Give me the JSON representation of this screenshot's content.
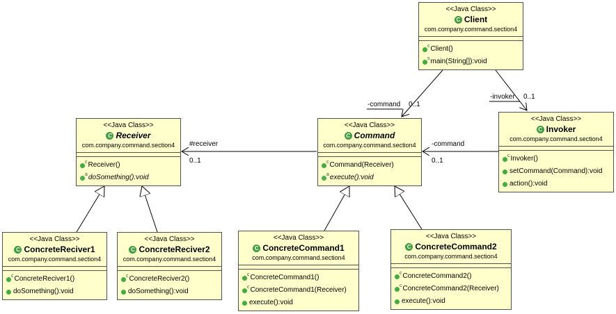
{
  "classes": {
    "client": {
      "stereotype": "<<Java Class>>",
      "name": "Client",
      "package": "com.company.command.section4",
      "ops": [
        {
          "marker": "C",
          "text": "Client()"
        },
        {
          "marker": "S",
          "text": "main(String[]):void"
        }
      ]
    },
    "receiver": {
      "stereotype": "<<Java Class>>",
      "name": "Receiver",
      "package": "com.company.command.section4",
      "ops": [
        {
          "marker": "C",
          "text": "Receiver()"
        },
        {
          "marker": "A",
          "text": "doSomething():void"
        }
      ]
    },
    "command": {
      "stereotype": "<<Java Class>>",
      "name": "Command",
      "package": "com.company.command.section4",
      "ops": [
        {
          "marker": "C",
          "text": "Command(Receiver)"
        },
        {
          "marker": "A",
          "text": "execute():void"
        }
      ]
    },
    "invoker": {
      "stereotype": "<<Java Class>>",
      "name": "Invoker",
      "package": "com.company.command.section4",
      "ops": [
        {
          "marker": "C",
          "text": "Invoker()"
        },
        {
          "marker": "",
          "text": "setCommand(Command):void"
        },
        {
          "marker": "",
          "text": "action():void"
        }
      ]
    },
    "concreteReciver1": {
      "stereotype": "<<Java Class>>",
      "name": "ConcreteReciver1",
      "package": "com.company.command.section4",
      "ops": [
        {
          "marker": "C",
          "text": "ConcreteReciver1()"
        },
        {
          "marker": "",
          "text": "doSomething():void"
        }
      ]
    },
    "concreteReciver2": {
      "stereotype": "<<Java Class>>",
      "name": "ConcreteReciver2",
      "package": "com.company.command.section4",
      "ops": [
        {
          "marker": "C",
          "text": "ConcreteReciver2()"
        },
        {
          "marker": "",
          "text": "doSomething():void"
        }
      ]
    },
    "concreteCommand1": {
      "stereotype": "<<Java Class>>",
      "name": "ConcreteCommand1",
      "package": "com.company.command.section4",
      "ops": [
        {
          "marker": "C",
          "text": "ConcreteCommand1()"
        },
        {
          "marker": "C",
          "text": "ConcreteCommand1(Receiver)"
        },
        {
          "marker": "",
          "text": "execute():void"
        }
      ]
    },
    "concreteCommand2": {
      "stereotype": "<<Java Class>>",
      "name": "ConcreteCommand2",
      "package": "com.company.command.section4",
      "ops": [
        {
          "marker": "C",
          "text": "ConcreteCommand2()"
        },
        {
          "marker": "C",
          "text": "ConcreteCommand2(Receiver)"
        },
        {
          "marker": "",
          "text": "execute():void"
        }
      ]
    }
  },
  "labels": {
    "client_command_role": "-command",
    "client_command_mult": "0..1",
    "client_invoker_role": "-invoker",
    "client_invoker_mult": "0..1",
    "command_receiver_role": "#receiver",
    "command_receiver_mult": "0..1",
    "invoker_command_role": "-command",
    "invoker_command_mult": "0..1"
  }
}
